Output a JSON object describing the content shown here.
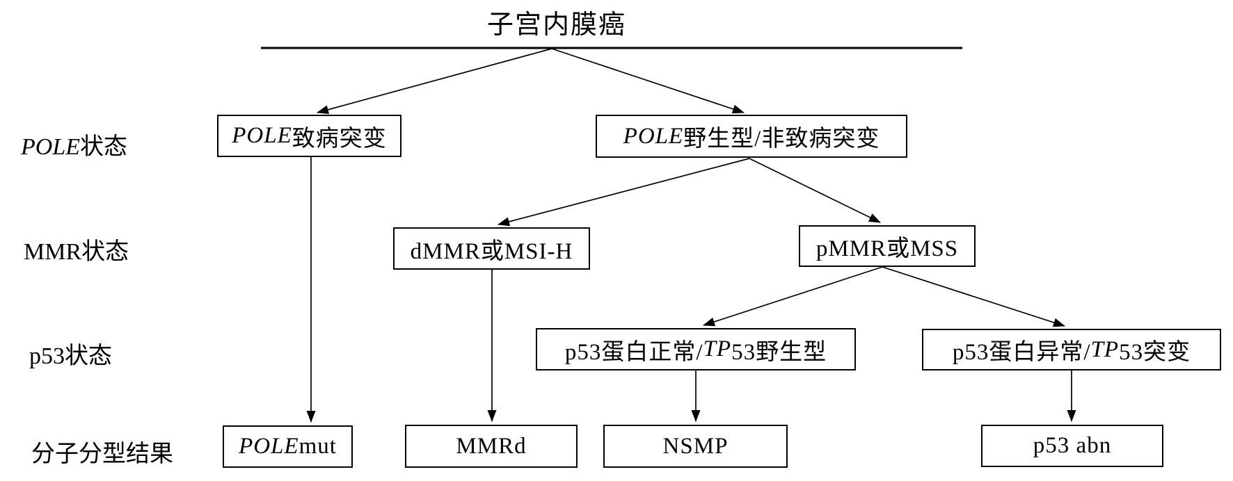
{
  "diagram": {
    "title": "子宫内膜癌",
    "row_labels": {
      "pole_status": {
        "parts": [
          {
            "t": "POLE"
          },
          {
            "t": "状态"
          }
        ]
      },
      "mmr_status": {
        "t": "MMR状态"
      },
      "p53_status": {
        "t": "p53状态"
      },
      "typing_result": {
        "t": "分子分型结果"
      }
    },
    "nodes": {
      "pole_pathogenic": {
        "parts": [
          {
            "t": "POLE"
          },
          {
            "t": "致病突变"
          }
        ]
      },
      "pole_wildtype": {
        "parts": [
          {
            "t": "POLE"
          },
          {
            "t": "野生型/非致病突变"
          }
        ]
      },
      "dmmr": {
        "t": "dMMR或MSI-H"
      },
      "pmmr": {
        "t": "pMMR或MSS"
      },
      "p53_normal": {
        "parts": [
          {
            "t": "p53蛋白正常/"
          },
          {
            "t": "TP"
          },
          {
            "t": "53野生型"
          }
        ]
      },
      "p53_abnormal": {
        "parts": [
          {
            "t": "p53蛋白异常/"
          },
          {
            "t": "TP"
          },
          {
            "t": "53突变"
          }
        ]
      },
      "pole_mut": {
        "parts": [
          {
            "t": "POLE"
          },
          {
            "t": " mut"
          }
        ]
      },
      "mmrd": {
        "t": "MMRd"
      },
      "nsmp": {
        "t": "NSMP"
      },
      "p53_abn": {
        "t": "p53 abn"
      }
    },
    "colors": {
      "line": "#000000",
      "box_border": "#000000",
      "box_fill": "#ffffff",
      "text": "#000000",
      "background": "#ffffff"
    }
  }
}
